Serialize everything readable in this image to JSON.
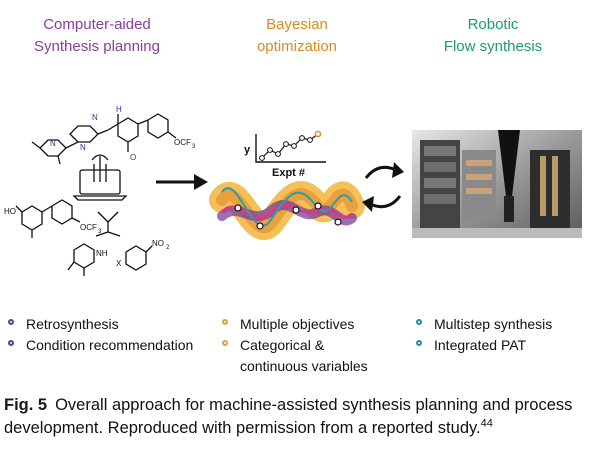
{
  "colors": {
    "purple": "#8b3d9a",
    "orange": "#d98c1f",
    "teal": "#1e9a72",
    "bullet_purple": "#5a3d8c",
    "bullet_orange": "#d9a441",
    "bullet_teal": "#2a8a9a"
  },
  "columns": [
    {
      "header_lines": [
        "Computer-aided",
        "Synthesis planning"
      ],
      "bullets": [
        "Retrosynthesis",
        "Condition recommendation"
      ],
      "icon": "computer-molecules-icon"
    },
    {
      "header_lines": [
        "Bayesian",
        "optimization"
      ],
      "bullets": [
        "Multiple objectives",
        "Categorical &",
        "continuous variables"
      ],
      "icon": "optimization-plot-icon"
    },
    {
      "header_lines": [
        "Robotic",
        "Flow synthesis"
      ],
      "bullets": [
        "Multistep synthesis",
        "Integrated PAT"
      ],
      "icon": "robot-platform-photo"
    }
  ],
  "diagram_labels": {
    "plot_y": "y",
    "plot_x": "Expt #",
    "ocf3_top": "OCF",
    "ocf3_sub": "3",
    "ho": "HO",
    "o_label": "O",
    "nh": "NH",
    "no2": "NO",
    "no2_sub": "2",
    "x": "X",
    "n": "N",
    "h": "H"
  },
  "caption": {
    "label": "Fig. 5",
    "text": "Overall approach for machine-assisted synthesis planning and process development. Reproduced with permission from a reported study.",
    "ref": "44"
  }
}
